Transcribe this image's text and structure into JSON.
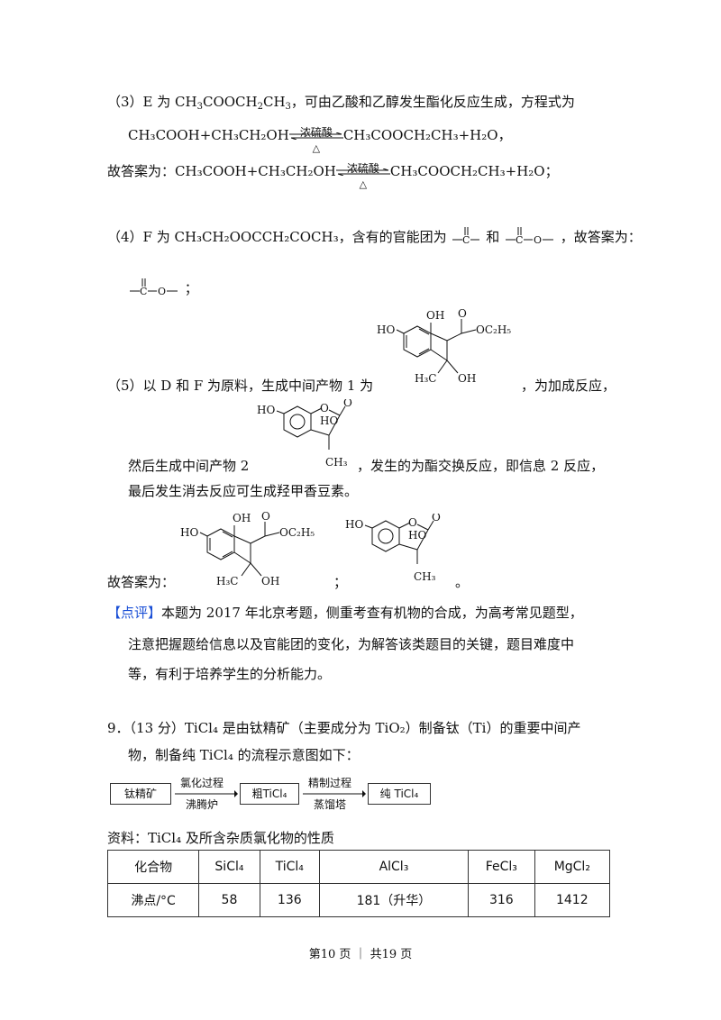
{
  "q3": {
    "line1_a": "（3）E 为 CH",
    "line1_b": "COOCH",
    "line1_c": "CH",
    "line1_d": "，可由乙酸和乙醇发生酯化反应生成，方程式为",
    "eq_left": "CH₃COOH+CH₃CH₂OH",
    "eq_right": "CH₃COOCH₂CH₃+H₂O，",
    "eq_cond_top": "浓硫酸",
    "eq_cond_bottom": "△",
    "answer_prefix": "故答案为：",
    "answer_right": "CH₃COOCH₂CH₃+H₂O；"
  },
  "q4": {
    "text_a": "（4）F 为 CH₃CH₂OOCCH₂COCH₃，含有的官能团为",
    "text_and": "和",
    "text_b": "，故答案为：",
    "end": "；"
  },
  "q5": {
    "text1_a": "（5）以 D 和 F 为原料，生成中间产物 1 为",
    "text1_b": "，为加成反应，",
    "text2_a": "然后生成中间产物 2",
    "text2_b": "，发生的为酯交换反应，即信息 2 反应，",
    "text3": "最后发生消去反应可生成羟甲香豆素。",
    "answer_prefix": "故答案为：",
    "sep": "；",
    "end": "。"
  },
  "mol": {
    "ho": "HO",
    "oh": "OH",
    "oc2h5": "OC₂H₅",
    "h3c": "H₃C",
    "ch3": "CH₃",
    "o": "O",
    "c": "C"
  },
  "comment": {
    "tag": "【点评】",
    "line1": "本题为 2017 年北京考题，侧重考查有机物的合成，为高考常见题型，",
    "line2": "注意把握题给信息以及官能团的变化，为解答该类题目的关键，题目难度中",
    "line3": "等，有利于培养学生的分析能力。"
  },
  "q9": {
    "line1": "9．（13 分）TiCl₄ 是由钛精矿（主要成分为 TiO₂）制备钛（Ti）的重要中间产",
    "line2": "物，制备纯 TiCl₄ 的流程示意图如下：",
    "flow": {
      "box1": "钛精矿",
      "step1_top": "氯化过程",
      "step1_bottom": "沸腾炉",
      "box2": "粗TiCl₄",
      "step2_top": "精制过程",
      "step2_bottom": "蒸馏塔",
      "box3": "纯 TiCl₄"
    },
    "data_title": "资料：TiCl₄ 及所含杂质氯化物的性质",
    "table": {
      "headers": [
        "化合物",
        "SiCl₄",
        "TiCl₄",
        "AlCl₃",
        "FeCl₃",
        "MgCl₂"
      ],
      "row": [
        "沸点/°C",
        "58",
        "136",
        "181（升华）",
        "316",
        "1412"
      ]
    }
  },
  "footer": "第10 页 ｜ 共19 页"
}
